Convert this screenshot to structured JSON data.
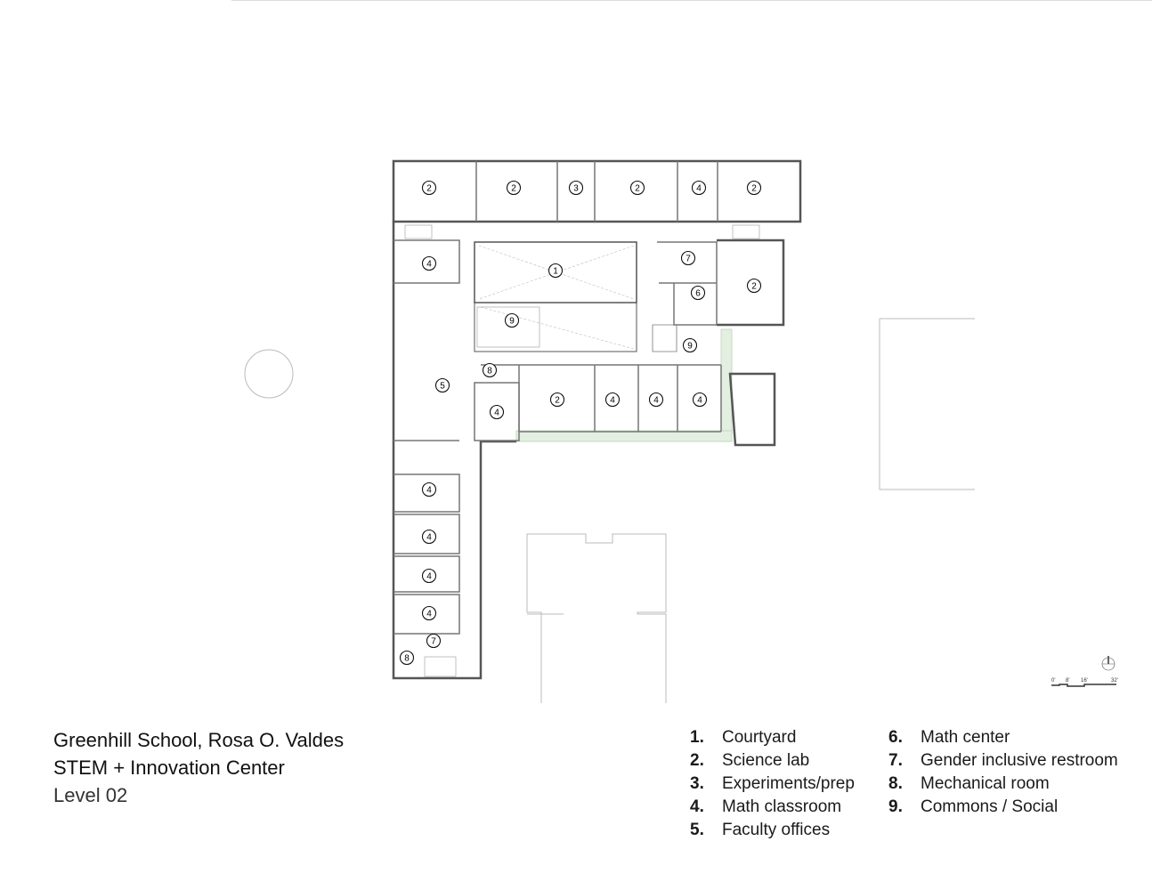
{
  "title": {
    "line1": "Greenhill School, Rosa O. Valdes",
    "line2": "STEM + Innovation Center",
    "level": "Level 02"
  },
  "legend": [
    {
      "num": "1.",
      "label": "Courtyard"
    },
    {
      "num": "2.",
      "label": "Science lab"
    },
    {
      "num": "3.",
      "label": "Experiments/prep"
    },
    {
      "num": "4.",
      "label": "Math classroom"
    },
    {
      "num": "5.",
      "label": "Faculty offices"
    },
    {
      "num": "6.",
      "label": "Math center"
    },
    {
      "num": "7.",
      "label": "Gender inclusive restroom"
    },
    {
      "num": "8.",
      "label": "Mechanical room"
    },
    {
      "num": "9.",
      "label": "Commons / Social"
    }
  ],
  "room_markers": [
    "2",
    "2",
    "3",
    "2",
    "4",
    "2",
    "4",
    "1",
    "7",
    "6",
    "2",
    "9",
    "9",
    "8",
    "5",
    "2",
    "4",
    "4",
    "4",
    "4",
    "4",
    "4",
    "4",
    "4",
    "7",
    "8"
  ],
  "scale_bar": [
    "0'",
    "8'",
    "16'",
    "32'"
  ],
  "colors": {
    "walls": "#555555",
    "landscape": "#e3efe0",
    "neighbor": "#bbbbbb"
  }
}
